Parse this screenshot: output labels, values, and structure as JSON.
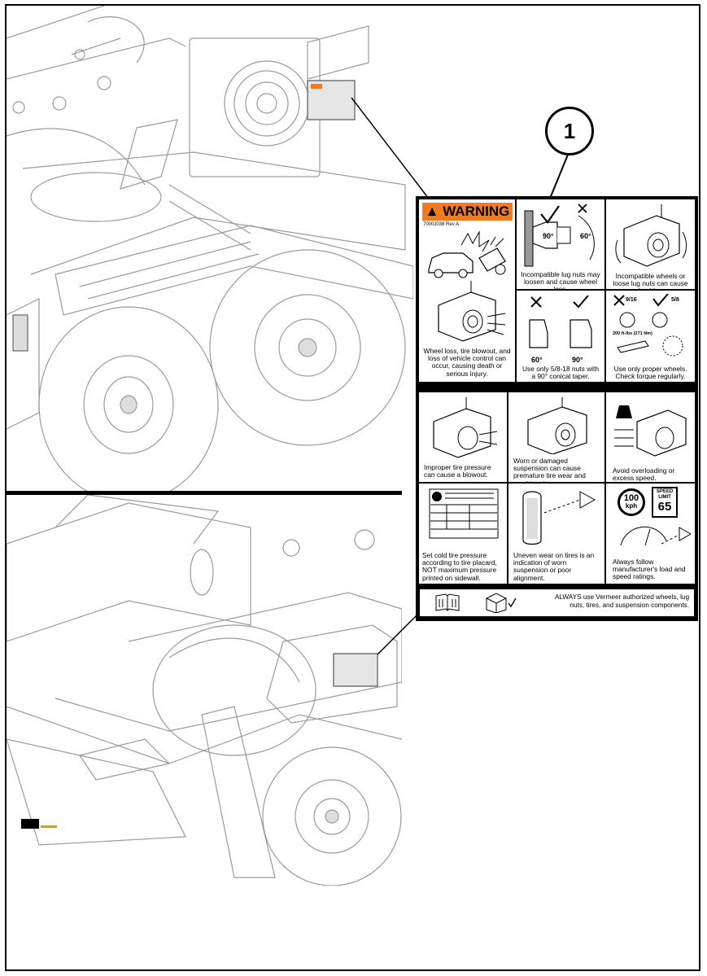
{
  "callout_number": "1",
  "decal": {
    "warning_label": "▲ WARNING",
    "part_code": "7000J038 Rev A",
    "top": {
      "c1_caption": "Wheel loss, tire blowout, and loss of vehicle control can occur, causing death or serious injury.",
      "c2_caption": "Incompatible lug nuts may loosen and cause wheel loss.",
      "c2_angle_a": "90°",
      "c2_angle_b": "60°",
      "c3_caption": "Incompatible wheels or loose lug nuts can cause wheel loss.",
      "c4_caption": "Use only 5/8-18 nuts with a 90° conical taper.",
      "c4_angle_a": "60°",
      "c4_angle_b": "90°",
      "c5_caption": "Use only proper wheels. Check torque regularly.",
      "c5_size_a": "9/16",
      "c5_size_b": "5/8",
      "c5_torque": "200 ft-lbs (271 Nm)"
    },
    "mid": {
      "m1_caption": "Improper tire pressure can cause a blowout.",
      "m2_caption": "Worn or damaged suspension can cause premature tire wear and machine damage.",
      "m3_caption": "Avoid overloading or excess speed.",
      "m4_caption": "Set cold tire pressure according to tire placard, NOT maximum pressure printed on sidewall.",
      "m5_caption": "Uneven wear on tires is an indication of worn suspension or poor alignment.",
      "m6_caption": "Always follow manufacturer's load and speed ratings.",
      "speed_kph_value": "100",
      "speed_kph_unit": "kph",
      "speed_limit_top": "SPEED",
      "speed_limit_mid": "LIMIT",
      "speed_limit_value": "65"
    },
    "footer_text": "ALWAYS use Vermeer authorized wheels, lug nuts, tires, and suspension components."
  },
  "icons": [
    "manual-icon",
    "box-check-icon",
    "weight-icon",
    "eye-icon",
    "check-icon",
    "x-icon"
  ]
}
